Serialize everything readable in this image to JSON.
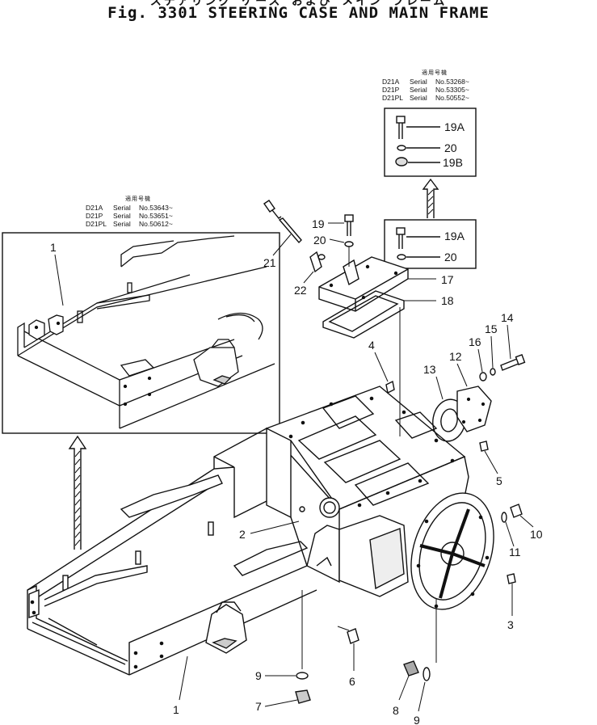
{
  "title": {
    "japanese": "ステアリング ケース および メイン フレーム",
    "main": "Fig. 3301  STEERING CASE AND MAIN FRAME"
  },
  "serial_blocks": [
    {
      "header": "適用号機",
      "rows": [
        {
          "model": "D21A",
          "label": "Serial",
          "number": "No.53268~"
        },
        {
          "model": "D21P",
          "label": "Serial",
          "number": "No.53305~"
        },
        {
          "model": "D21PL",
          "label": "Serial",
          "number": "No.50552~"
        }
      ]
    },
    {
      "header": "適用号機",
      "rows": [
        {
          "model": "D21A",
          "label": "Serial",
          "number": "No.53643~"
        },
        {
          "model": "D21P",
          "label": "Serial",
          "number": "No.53651~"
        },
        {
          "model": "D21PL",
          "label": "Serial",
          "number": "No.50612~"
        }
      ]
    }
  ],
  "callouts": {
    "c1_top": "1",
    "c1_bottom": "1",
    "c2": "2",
    "c3": "3",
    "c4": "4",
    "c5": "5",
    "c6": "6",
    "c7": "7",
    "c8": "8",
    "c9_left": "9",
    "c9_right": "9",
    "c10": "10",
    "c11": "11",
    "c12": "12",
    "c13": "13",
    "c14": "14",
    "c15": "15",
    "c16": "16",
    "c17": "17",
    "c18": "18",
    "c19": "19",
    "c19a_top": "19A",
    "c20_top": "20",
    "c19b_top": "19B",
    "c19a_mid": "19A",
    "c20_mid": "20",
    "c20_small": "20",
    "c21": "21",
    "c22": "22"
  }
}
